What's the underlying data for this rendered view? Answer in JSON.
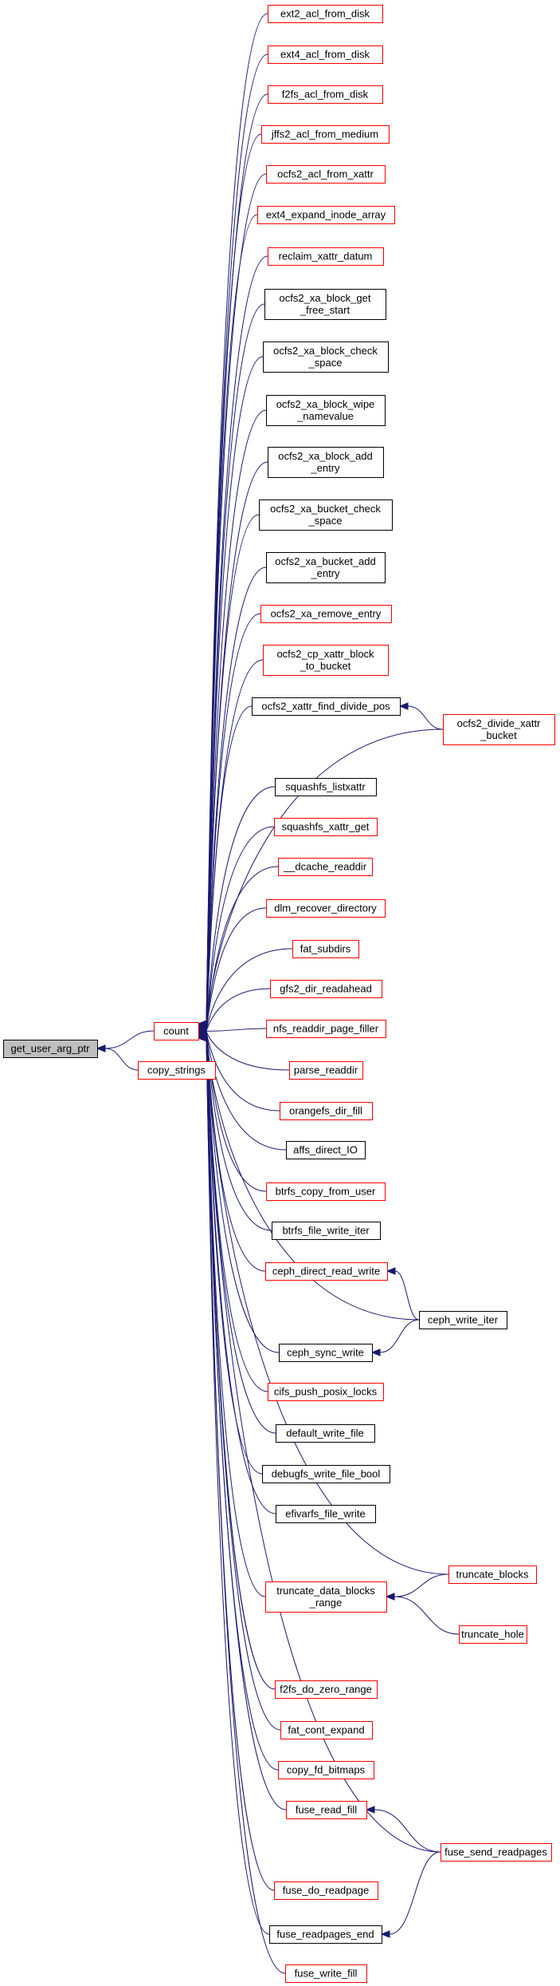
{
  "colors": {
    "edge": "#191970",
    "red_border": "#ff0000",
    "black_border": "#000000",
    "root_fill": "#bfbfbf",
    "node_fill": "#ffffff"
  },
  "nodes": [
    {
      "id": "get_user_arg_ptr",
      "lines": [
        "get_user_arg_ptr"
      ],
      "border": "black",
      "root": true
    },
    {
      "id": "count",
      "lines": [
        "count"
      ],
      "border": "red"
    },
    {
      "id": "copy_strings",
      "lines": [
        "copy_strings"
      ],
      "border": "red"
    },
    {
      "id": "ext2_acl_from_disk",
      "lines": [
        "ext2_acl_from_disk"
      ],
      "border": "red"
    },
    {
      "id": "ext4_acl_from_disk",
      "lines": [
        "ext4_acl_from_disk"
      ],
      "border": "red"
    },
    {
      "id": "f2fs_acl_from_disk",
      "lines": [
        "f2fs_acl_from_disk"
      ],
      "border": "red"
    },
    {
      "id": "jffs2_acl_from_medium",
      "lines": [
        "jffs2_acl_from_medium"
      ],
      "border": "red"
    },
    {
      "id": "ocfs2_acl_from_xattr",
      "lines": [
        "ocfs2_acl_from_xattr"
      ],
      "border": "red"
    },
    {
      "id": "ext4_expand_inode_array",
      "lines": [
        "ext4_expand_inode_array"
      ],
      "border": "red"
    },
    {
      "id": "reclaim_xattr_datum",
      "lines": [
        "reclaim_xattr_datum"
      ],
      "border": "red"
    },
    {
      "id": "ocfs2_xa_block_get_free_start",
      "lines": [
        "ocfs2_xa_block_get",
        "_free_start"
      ],
      "border": "black"
    },
    {
      "id": "ocfs2_xa_block_check_space",
      "lines": [
        "ocfs2_xa_block_check",
        "_space"
      ],
      "border": "black"
    },
    {
      "id": "ocfs2_xa_block_wipe_namevalue",
      "lines": [
        "ocfs2_xa_block_wipe",
        "_namevalue"
      ],
      "border": "black"
    },
    {
      "id": "ocfs2_xa_block_add_entry",
      "lines": [
        "ocfs2_xa_block_add",
        "_entry"
      ],
      "border": "black"
    },
    {
      "id": "ocfs2_xa_bucket_check_space",
      "lines": [
        "ocfs2_xa_bucket_check",
        "_space"
      ],
      "border": "black"
    },
    {
      "id": "ocfs2_xa_bucket_add_entry",
      "lines": [
        "ocfs2_xa_bucket_add",
        "_entry"
      ],
      "border": "black"
    },
    {
      "id": "ocfs2_xa_remove_entry",
      "lines": [
        "ocfs2_xa_remove_entry"
      ],
      "border": "red"
    },
    {
      "id": "ocfs2_cp_xattr_block_to_bucket",
      "lines": [
        "ocfs2_cp_xattr_block",
        "_to_bucket"
      ],
      "border": "red"
    },
    {
      "id": "ocfs2_xattr_find_divide_pos",
      "lines": [
        "ocfs2_xattr_find_divide_pos"
      ],
      "border": "black"
    },
    {
      "id": "ocfs2_divide_xattr_bucket",
      "lines": [
        "ocfs2_divide_xattr",
        "_bucket"
      ],
      "border": "red"
    },
    {
      "id": "squashfs_listxattr",
      "lines": [
        "squashfs_listxattr"
      ],
      "border": "black"
    },
    {
      "id": "squashfs_xattr_get",
      "lines": [
        "squashfs_xattr_get"
      ],
      "border": "red"
    },
    {
      "id": "__dcache_readdir",
      "lines": [
        "__dcache_readdir"
      ],
      "border": "red"
    },
    {
      "id": "dlm_recover_directory",
      "lines": [
        "dlm_recover_directory"
      ],
      "border": "red"
    },
    {
      "id": "fat_subdirs",
      "lines": [
        "fat_subdirs"
      ],
      "border": "red"
    },
    {
      "id": "gfs2_dir_readahead",
      "lines": [
        "gfs2_dir_readahead"
      ],
      "border": "red"
    },
    {
      "id": "nfs_readdir_page_filler",
      "lines": [
        "nfs_readdir_page_filler"
      ],
      "border": "red"
    },
    {
      "id": "parse_readdir",
      "lines": [
        "parse_readdir"
      ],
      "border": "red"
    },
    {
      "id": "orangefs_dir_fill",
      "lines": [
        "orangefs_dir_fill"
      ],
      "border": "red"
    },
    {
      "id": "affs_direct_IO",
      "lines": [
        "affs_direct_IO"
      ],
      "border": "black"
    },
    {
      "id": "btrfs_copy_from_user",
      "lines": [
        "btrfs_copy_from_user"
      ],
      "border": "red"
    },
    {
      "id": "btrfs_file_write_iter",
      "lines": [
        "btrfs_file_write_iter"
      ],
      "border": "black"
    },
    {
      "id": "ceph_direct_read_write",
      "lines": [
        "ceph_direct_read_write"
      ],
      "border": "red"
    },
    {
      "id": "ceph_write_iter",
      "lines": [
        "ceph_write_iter"
      ],
      "border": "black"
    },
    {
      "id": "ceph_sync_write",
      "lines": [
        "ceph_sync_write"
      ],
      "border": "black"
    },
    {
      "id": "cifs_push_posix_locks",
      "lines": [
        "cifs_push_posix_locks"
      ],
      "border": "red"
    },
    {
      "id": "default_write_file",
      "lines": [
        "default_write_file"
      ],
      "border": "black"
    },
    {
      "id": "debugfs_write_file_bool",
      "lines": [
        "debugfs_write_file_bool"
      ],
      "border": "black"
    },
    {
      "id": "efivarfs_file_write",
      "lines": [
        "efivarfs_file_write"
      ],
      "border": "black"
    },
    {
      "id": "truncate_data_blocks_range",
      "lines": [
        "truncate_data_blocks",
        "_range"
      ],
      "border": "red"
    },
    {
      "id": "truncate_blocks",
      "lines": [
        "truncate_blocks"
      ],
      "border": "red"
    },
    {
      "id": "truncate_hole",
      "lines": [
        "truncate_hole"
      ],
      "border": "red"
    },
    {
      "id": "f2fs_do_zero_range",
      "lines": [
        "f2fs_do_zero_range"
      ],
      "border": "red"
    },
    {
      "id": "fat_cont_expand",
      "lines": [
        "fat_cont_expand"
      ],
      "border": "red"
    },
    {
      "id": "copy_fd_bitmaps",
      "lines": [
        "copy_fd_bitmaps"
      ],
      "border": "red"
    },
    {
      "id": "fuse_read_fill",
      "lines": [
        "fuse_read_fill"
      ],
      "border": "red"
    },
    {
      "id": "fuse_send_readpages",
      "lines": [
        "fuse_send_readpages"
      ],
      "border": "red"
    },
    {
      "id": "fuse_do_readpage",
      "lines": [
        "fuse_do_readpage"
      ],
      "border": "red"
    },
    {
      "id": "fuse_readpages_end",
      "lines": [
        "fuse_readpages_end"
      ],
      "border": "black"
    },
    {
      "id": "fuse_write_fill",
      "lines": [
        "fuse_write_fill"
      ],
      "border": "red"
    }
  ],
  "edges": [
    [
      "count",
      "get_user_arg_ptr"
    ],
    [
      "copy_strings",
      "get_user_arg_ptr"
    ],
    [
      "ext2_acl_from_disk",
      "count"
    ],
    [
      "ext4_acl_from_disk",
      "count"
    ],
    [
      "f2fs_acl_from_disk",
      "count"
    ],
    [
      "jffs2_acl_from_medium",
      "count"
    ],
    [
      "ocfs2_acl_from_xattr",
      "count"
    ],
    [
      "ext4_expand_inode_array",
      "count"
    ],
    [
      "reclaim_xattr_datum",
      "count"
    ],
    [
      "ocfs2_xa_block_get_free_start",
      "count"
    ],
    [
      "ocfs2_xa_block_check_space",
      "count"
    ],
    [
      "ocfs2_xa_block_wipe_namevalue",
      "count"
    ],
    [
      "ocfs2_xa_block_add_entry",
      "count"
    ],
    [
      "ocfs2_xa_bucket_check_space",
      "count"
    ],
    [
      "ocfs2_xa_bucket_add_entry",
      "count"
    ],
    [
      "ocfs2_xa_remove_entry",
      "count"
    ],
    [
      "ocfs2_cp_xattr_block_to_bucket",
      "count"
    ],
    [
      "ocfs2_xattr_find_divide_pos",
      "count"
    ],
    [
      "ocfs2_divide_xattr_bucket",
      "ocfs2_xattr_find_divide_pos"
    ],
    [
      "ocfs2_divide_xattr_bucket",
      "count"
    ],
    [
      "squashfs_listxattr",
      "count"
    ],
    [
      "squashfs_xattr_get",
      "count"
    ],
    [
      "__dcache_readdir",
      "count"
    ],
    [
      "dlm_recover_directory",
      "count"
    ],
    [
      "fat_subdirs",
      "count"
    ],
    [
      "gfs2_dir_readahead",
      "count"
    ],
    [
      "nfs_readdir_page_filler",
      "count"
    ],
    [
      "parse_readdir",
      "count"
    ],
    [
      "orangefs_dir_fill",
      "count"
    ],
    [
      "affs_direct_IO",
      "count"
    ],
    [
      "btrfs_copy_from_user",
      "count"
    ],
    [
      "btrfs_file_write_iter",
      "count"
    ],
    [
      "ceph_direct_read_write",
      "count"
    ],
    [
      "ceph_write_iter",
      "ceph_direct_read_write"
    ],
    [
      "ceph_write_iter",
      "ceph_sync_write"
    ],
    [
      "ceph_write_iter",
      "count"
    ],
    [
      "ceph_sync_write",
      "count"
    ],
    [
      "cifs_push_posix_locks",
      "count"
    ],
    [
      "default_write_file",
      "count"
    ],
    [
      "debugfs_write_file_bool",
      "count"
    ],
    [
      "efivarfs_file_write",
      "count"
    ],
    [
      "truncate_data_blocks_range",
      "count"
    ],
    [
      "truncate_blocks",
      "truncate_data_blocks_range"
    ],
    [
      "truncate_blocks",
      "count"
    ],
    [
      "truncate_hole",
      "truncate_data_blocks_range"
    ],
    [
      "f2fs_do_zero_range",
      "count"
    ],
    [
      "fat_cont_expand",
      "count"
    ],
    [
      "copy_fd_bitmaps",
      "count"
    ],
    [
      "fuse_read_fill",
      "count"
    ],
    [
      "fuse_send_readpages",
      "fuse_read_fill"
    ],
    [
      "fuse_send_readpages",
      "fuse_readpages_end"
    ],
    [
      "fuse_send_readpages",
      "count"
    ],
    [
      "fuse_do_readpage",
      "count"
    ],
    [
      "fuse_readpages_end",
      "count"
    ],
    [
      "fuse_write_fill",
      "count"
    ]
  ]
}
